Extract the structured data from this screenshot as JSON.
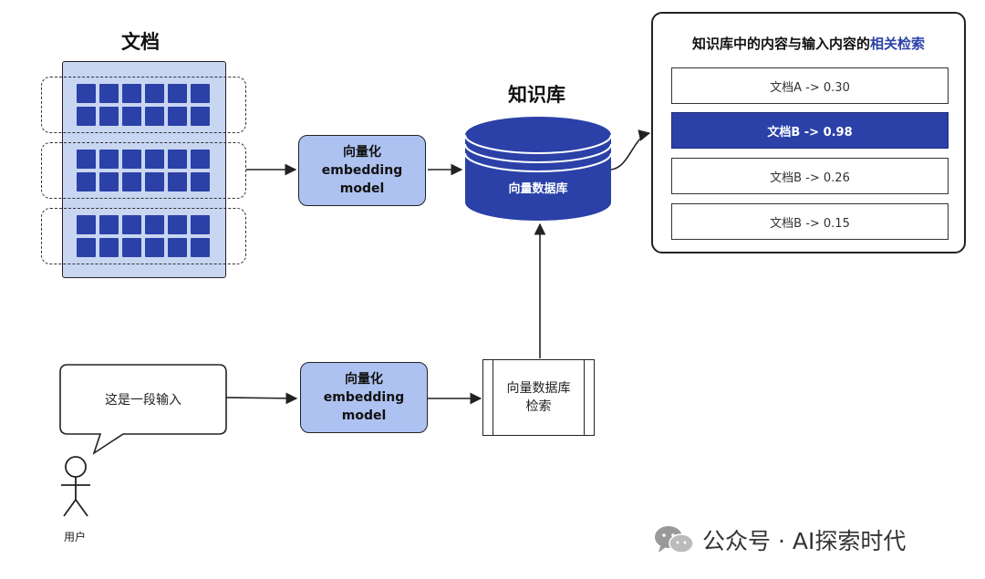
{
  "documents": {
    "title": "文档",
    "chunk_count": 3
  },
  "embedding_model_top": {
    "line1": "向量化",
    "line2": "embedding",
    "line3": "model"
  },
  "embedding_model_bottom": {
    "line1": "向量化",
    "line2": "embedding",
    "line3": "model"
  },
  "knowledge_base": {
    "title": "知识库",
    "db_label": "向量数据库"
  },
  "results": {
    "title_prefix": "知识库中的内容与输入内容的",
    "title_highlight": "相关检索",
    "items": [
      {
        "label": "文档A -> 0.30",
        "active": false
      },
      {
        "label": "文档B -> 0.98",
        "active": true
      },
      {
        "label": "文档B -> 0.26",
        "active": false
      },
      {
        "label": "文档B -> 0.15",
        "active": false
      }
    ]
  },
  "user_input": {
    "text": "这是一段输入"
  },
  "retrieval": {
    "line1": "向量数据库",
    "line2": "检索"
  },
  "user": {
    "label": "用户"
  },
  "watermark": {
    "text": "公众号 · AI探索时代"
  },
  "colors": {
    "accent": "#2b41a8",
    "model_fill": "#aec2f1",
    "doc_fill": "#c9d6f2"
  }
}
